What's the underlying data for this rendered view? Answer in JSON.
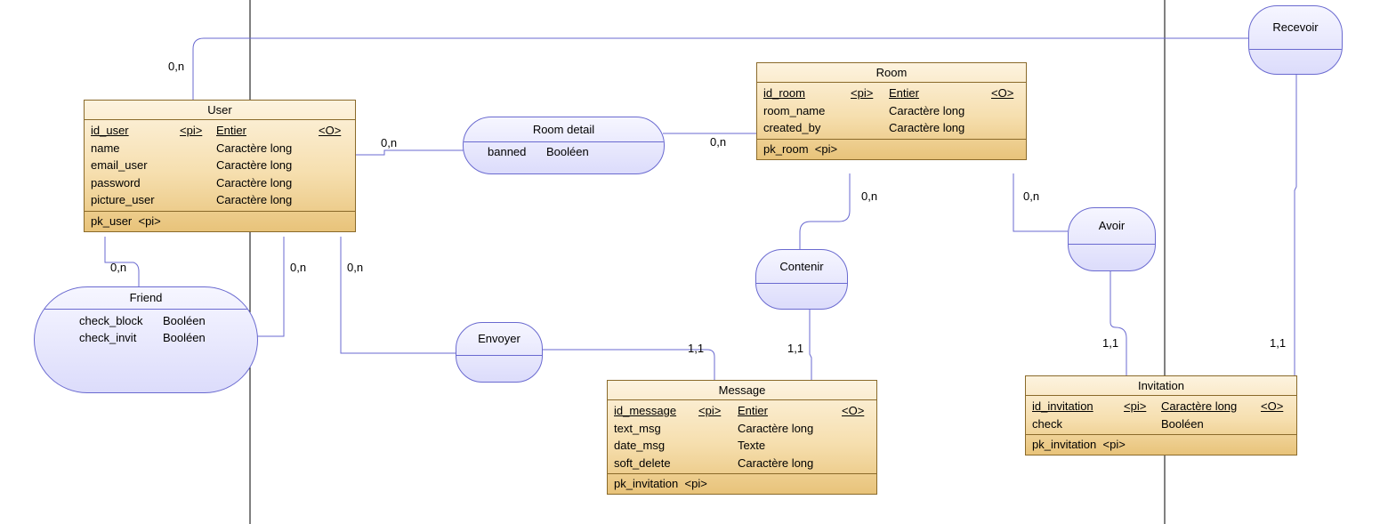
{
  "entities": {
    "user": {
      "name": "User",
      "attributes": [
        {
          "name": "id_user",
          "stereotype": "<pi>",
          "type": "Entier",
          "marker": "<O>"
        },
        {
          "name": "name",
          "type": "Caractère long"
        },
        {
          "name": "email_user",
          "type": "Caractère long"
        },
        {
          "name": "password",
          "type": "Caractère long"
        },
        {
          "name": "picture_user",
          "type": "Caractère long"
        }
      ],
      "key": "pk_user  <pi>"
    },
    "room": {
      "name": "Room",
      "attributes": [
        {
          "name": "id_room",
          "stereotype": "<pi>",
          "type": "Entier",
          "marker": "<O>"
        },
        {
          "name": "room_name",
          "type": "Caractère long"
        },
        {
          "name": "created_by",
          "type": "Caractère long"
        }
      ],
      "key": "pk_room  <pi>"
    },
    "message": {
      "name": "Message",
      "attributes": [
        {
          "name": "id_message",
          "stereotype": "<pi>",
          "type": "Entier",
          "marker": "<O>"
        },
        {
          "name": "text_msg",
          "type": "Caractère long"
        },
        {
          "name": "date_msg",
          "type": "Texte"
        },
        {
          "name": "soft_delete",
          "type": "Caractère long"
        }
      ],
      "key": "pk_invitation  <pi>"
    },
    "invitation": {
      "name": "Invitation",
      "attributes": [
        {
          "name": "id_invitation",
          "stereotype": "<pi>",
          "type": "Caractère long",
          "marker": "<O>"
        },
        {
          "name": "check",
          "type": "Booléen"
        }
      ],
      "key": "pk_invitation  <pi>"
    }
  },
  "associations": {
    "room_detail": {
      "name": "Room detail",
      "attr_name": "banned",
      "attr_type": "Booléen"
    },
    "friend": {
      "name": "Friend",
      "attrs": [
        {
          "name": "check_block",
          "type": "Booléen"
        },
        {
          "name": "check_invit",
          "type": "Booléen"
        }
      ]
    },
    "envoyer": {
      "name": "Envoyer"
    },
    "contenir": {
      "name": "Contenir"
    },
    "avoir": {
      "name": "Avoir"
    },
    "recevoir": {
      "name": "Recevoir"
    }
  },
  "cardinalities": {
    "user_recevoir": "0,n",
    "user_roomdetail": "0,n",
    "room_roomdetail": "0,n",
    "room_contenir": "0,n",
    "room_avoir": "0,n",
    "user_friend_a": "0,n",
    "user_friend_b": "0,n",
    "user_envoyer": "0,n",
    "message_envoyer": "1,1",
    "message_contenir": "1,1",
    "invitation_avoir": "1,1",
    "invitation_recevoir": "1,1"
  },
  "colors": {
    "link": "#6a6ad0",
    "entity_border": "#8a6a2a",
    "entity_fill": "#f6dfaf",
    "association_fill": "#dcdcfb",
    "page_border": "#000000"
  }
}
